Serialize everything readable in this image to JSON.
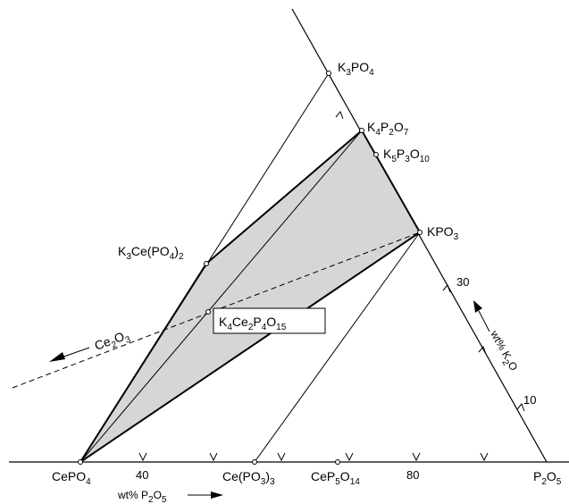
{
  "diagram": {
    "title": "",
    "compounds": {
      "k3po4": {
        "parts": [
          [
            "K",
            ""
          ],
          [
            "3",
            "sub"
          ],
          [
            "PO",
            ""
          ],
          [
            "4",
            "sub"
          ]
        ]
      },
      "k4p2o7": {
        "parts": [
          [
            "K",
            ""
          ],
          [
            "4",
            "sub"
          ],
          [
            "P",
            ""
          ],
          [
            "2",
            "sub"
          ],
          [
            "O",
            ""
          ],
          [
            "7",
            "sub"
          ]
        ]
      },
      "k5p3o10": {
        "parts": [
          [
            "K",
            ""
          ],
          [
            "5",
            "sub"
          ],
          [
            "P",
            ""
          ],
          [
            "3",
            "sub"
          ],
          [
            "O",
            ""
          ],
          [
            "10",
            "sub"
          ]
        ]
      },
      "kpo3": {
        "parts": [
          [
            "KPO",
            ""
          ],
          [
            "3",
            "sub"
          ]
        ]
      },
      "k3ce_po4_2": {
        "parts": [
          [
            "K",
            ""
          ],
          [
            "3",
            "sub"
          ],
          [
            "Ce(PO",
            ""
          ],
          [
            "4",
            "sub"
          ],
          [
            ")",
            ""
          ],
          [
            "2",
            "sub"
          ]
        ]
      },
      "k4ce2p4o15": {
        "parts": [
          [
            "K",
            ""
          ],
          [
            "4",
            "sub"
          ],
          [
            "Ce",
            ""
          ],
          [
            "2",
            "sub"
          ],
          [
            "P",
            ""
          ],
          [
            "4",
            "sub"
          ],
          [
            "O",
            ""
          ],
          [
            "15",
            "sub"
          ]
        ]
      },
      "cepo4": {
        "parts": [
          [
            "CePO",
            ""
          ],
          [
            "4",
            "sub"
          ]
        ]
      },
      "ce_po3_3": {
        "parts": [
          [
            "Ce(PO",
            ""
          ],
          [
            "3",
            "sub"
          ],
          [
            ")",
            ""
          ],
          [
            "3",
            "sub"
          ]
        ]
      },
      "cep5o14": {
        "parts": [
          [
            "CeP",
            ""
          ],
          [
            "5",
            "sub"
          ],
          [
            "O",
            ""
          ],
          [
            "14",
            "sub"
          ]
        ]
      },
      "p2o5": {
        "parts": [
          [
            "P",
            ""
          ],
          [
            "2",
            "sub"
          ],
          [
            "O",
            ""
          ],
          [
            "5",
            "sub"
          ]
        ]
      },
      "ce2o3": {
        "parts": [
          [
            "Ce",
            ""
          ],
          [
            "2",
            "sub"
          ],
          [
            "O",
            ""
          ],
          [
            "3",
            "sub"
          ]
        ]
      }
    },
    "axis_p2o5": {
      "label_parts": [
        [
          "wt% P",
          ""
        ],
        [
          "2",
          "sub"
        ],
        [
          "O",
          ""
        ],
        [
          "5",
          "sub"
        ]
      ],
      "ticks": [
        "40",
        "80"
      ]
    },
    "axis_k2o": {
      "label_parts": [
        [
          "wt% K",
          ""
        ],
        [
          "2",
          "sub"
        ],
        [
          "O",
          ""
        ]
      ],
      "ticks": [
        "30",
        "10"
      ]
    }
  }
}
